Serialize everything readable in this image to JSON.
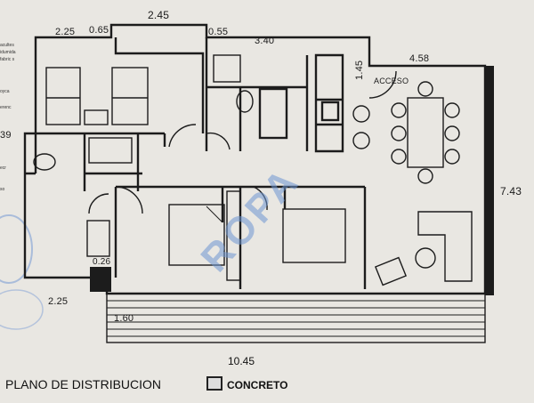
{
  "dimensions": {
    "d_225_top": "2.25",
    "d_065_left": "0.65",
    "d_245": "2.45",
    "d_055": "0.55",
    "d_340": "3.40",
    "d_145": "1.45",
    "d_458": "4.58",
    "d_39": "39",
    "d_743": "7.43",
    "d_026": "0.26",
    "d_225_bottom": "2.25",
    "d_160": "1.60",
    "d_1045": "10.45"
  },
  "labels": {
    "acceso": "ACCESO",
    "plan_title": "PLANO DE DISTRIBUCION",
    "legend": "CONCRETO"
  },
  "margin_fragments": [
    "acultes",
    "idumida",
    "fabric s",
    "oyca",
    "erenc",
    "ecr",
    "so"
  ],
  "stamp_text": "ROPA",
  "colors": {
    "paper": "#e9e7e2",
    "ink": "#1c1c1c",
    "stamp": "#6e96d2"
  }
}
